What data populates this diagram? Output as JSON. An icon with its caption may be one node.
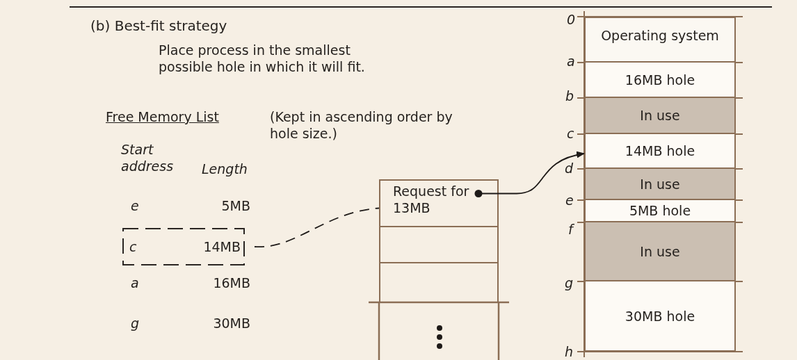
{
  "diagram": {
    "title": "(b) Best-fit strategy",
    "nodes": [
      {
        "text": [
          "c",
          "14MB"
        ]
      },
      {
        "text": [
          "Request for 13MB"
        ]
      },
      {
        "text": [],
        "shape": "box"
      },
      {
        "text": [],
        "shape": "box"
      },
      {
        "text": [
          "Operating system"
        ]
      },
      {
        "text": [
          "16MB hole"
        ]
      },
      {
        "text": [
          "In use"
        ]
      },
      {
        "text": [
          "14MB hole"
        ]
      },
      {
        "text": [
          "In use"
        ]
      },
      {
        "text": [
          "5MB hole"
        ]
      },
      {
        "text": [
          "In use"
        ]
      },
      {
        "text": [
          "30MB hole"
        ]
      }
    ],
    "edges": [
      {
        "from": 0,
        "to": 1,
        "arrow": "none",
        "style": "dashed"
      },
      {
        "from": 1,
        "to": 7,
        "arrow": "to"
      }
    ],
    "labels": [
      "Place process in the smallest possible hole in which it will fit.",
      "Free Memory List",
      "(Kept in ascending order by hole size.)",
      "Start address",
      "Length",
      "e",
      "5MB",
      "a",
      "16MB",
      "g",
      "30MB",
      "0",
      "a",
      "b",
      "c",
      "d",
      "e",
      "f",
      "g",
      "h"
    ]
  }
}
